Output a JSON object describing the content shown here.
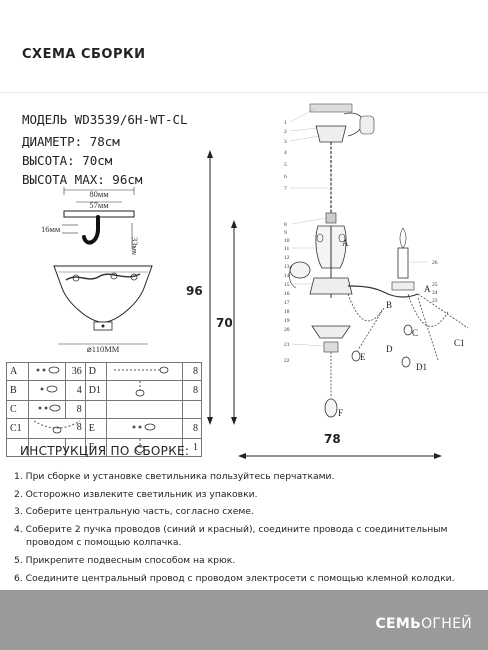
{
  "header": {
    "title": "СХЕМА СБОРКИ"
  },
  "specs": {
    "model": "МОДЕЛЬ WD3539/6H-WT-CL",
    "diameter": "ДИАМЕТР: 78см",
    "height": "ВЫСОТА: 70см",
    "height_max": "ВЫСОТА MAX: 96см"
  },
  "hook_dims": {
    "w80": "80мм",
    "w57": "57мм",
    "h16": "16мм",
    "h33": "33мм"
  },
  "cup_dims": {
    "d110": "⌀110ММ"
  },
  "dimensions": {
    "total_height": "96",
    "height": "70",
    "width": "78"
  },
  "parts_table": [
    {
      "l1": "A",
      "q1": "36",
      "l2": "D",
      "q2": "8"
    },
    {
      "l1": "B",
      "q1": "4",
      "l2": "D1",
      "q2": "8"
    },
    {
      "l1": "C",
      "q1": "8",
      "l2": "",
      "q2": ""
    },
    {
      "l1": "C1",
      "q1": "8",
      "l2": "E",
      "q2": "8"
    },
    {
      "l1": "",
      "q1": "",
      "l2": "F",
      "q2": "1"
    }
  ],
  "diagram_labels": {
    "A": "A",
    "B": "B",
    "C": "C",
    "C1": "C1",
    "D": "D",
    "D1": "D1",
    "E": "E",
    "F": "F",
    "n1": "1",
    "n2": "2",
    "n3": "3",
    "n4": "4",
    "n5": "5",
    "n6": "6",
    "n7": "7",
    "n8": "8",
    "n9": "9",
    "n10": "10",
    "n11": "11",
    "n12": "12",
    "n13": "13",
    "n14": "14",
    "n15": "15",
    "n16": "16",
    "n17": "17",
    "n18": "18",
    "n19": "19",
    "n20": "20",
    "n21": "21",
    "n22": "22",
    "n23": "23",
    "n24": "24",
    "n25": "25",
    "n26": "26"
  },
  "instructions": {
    "title": "ИНСТРУКЦИЯ ПО СБОРКЕ:",
    "steps": [
      "1. При сборке и установке светильника пользуйтесь перчатками.",
      "2. Осторожно извлеките светильник из упаковки.",
      "3. Соберите центральную часть, согласно схеме.",
      "4. Соберите 2 пучка проводов (синий и красный), соедините провода с соединительным",
      "проводом с помощью колпачка.",
      "5. Прикрепите подвесным способом  на крюк.",
      "6. Соедините центральный провод с проводом электросети с помощью клемной колодки."
    ]
  },
  "footer": {
    "brand_bold": "СЕМЬ",
    "brand_light": "ОГНЕЙ"
  }
}
